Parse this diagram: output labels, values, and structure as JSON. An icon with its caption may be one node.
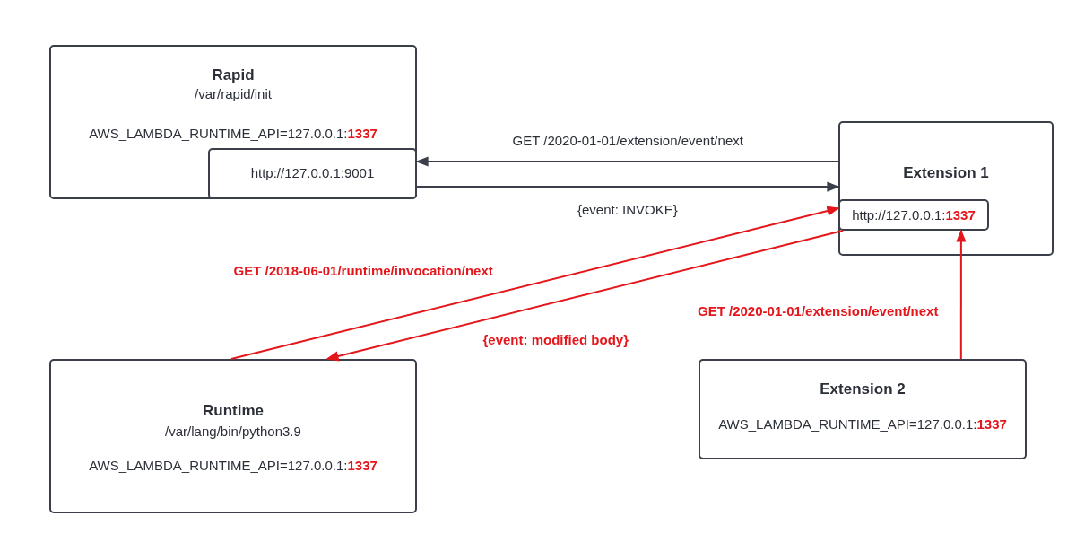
{
  "diagram": {
    "nodes": [
      {
        "text": [
          "Rapid",
          "/var/rapid/init",
          "AWS_LAMBDA_RUNTIME_API=127.0.0.1:**1337**"
        ]
      },
      {
        "text": [
          "http://127.0.0.1:9001"
        ],
        "in": 0
      },
      {
        "text": [
          "Extension 1"
        ]
      },
      {
        "text": [
          "http://127.0.0.1:**1337**"
        ],
        "in": 2
      },
      {
        "text": [
          "Runtime",
          "/var/lang/bin/python3.9",
          "AWS_LAMBDA_RUNTIME_API=127.0.0.1:**1337**"
        ]
      },
      {
        "text": [
          "Extension 2",
          "AWS_LAMBDA_RUNTIME_API=127.0.0.1:**1337**"
        ]
      }
    ],
    "edges": [
      {
        "from": 2,
        "to": 1,
        "arrow": "to",
        "label": "GET /2020-01-01/extension/event/next",
        "color": "#3a3f4a"
      },
      {
        "from": 1,
        "to": 2,
        "arrow": "to",
        "label": "{event: INVOKE}",
        "color": "#3a3f4a"
      },
      {
        "from": 4,
        "to": 3,
        "arrow": "to",
        "label": "GET /2018-06-01/runtime/invocation/next",
        "color": "#e5161b"
      },
      {
        "from": 3,
        "to": 4,
        "arrow": "to",
        "label": "{event: modified body}",
        "color": "#e5161b"
      },
      {
        "from": 5,
        "to": 3,
        "arrow": "to",
        "label": "GET /2020-01-01/extension/event/next",
        "color": "#e5161b"
      }
    ]
  }
}
